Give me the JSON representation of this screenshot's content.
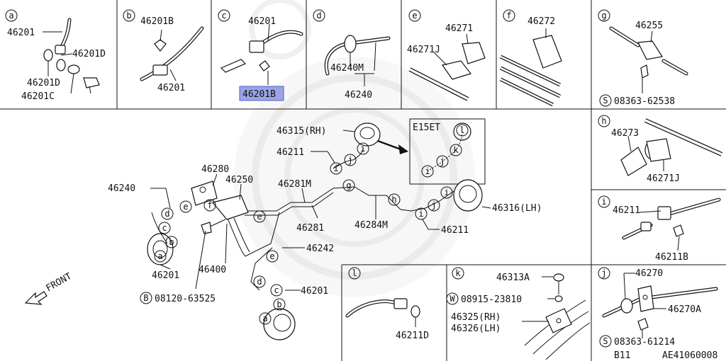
{
  "panels": {
    "a": {
      "letter": "a",
      "parts": [
        "46201",
        "46201D",
        "46201D",
        "46201C"
      ]
    },
    "b": {
      "letter": "b",
      "parts": [
        "46201B",
        "46201"
      ]
    },
    "c": {
      "letter": "c",
      "parts": [
        "46201"
      ],
      "highlight": "46201B",
      "highlight_color": "#9aa3e6"
    },
    "d": {
      "letter": "d",
      "parts": [
        "46240M",
        "46240"
      ]
    },
    "e": {
      "letter": "e",
      "parts": [
        "46271",
        "46271J"
      ]
    },
    "f": {
      "letter": "f",
      "parts": [
        "46272"
      ]
    },
    "g": {
      "letter": "g",
      "parts": [
        "46255",
        "08363-62538"
      ],
      "prefix": "S"
    },
    "h": {
      "letter": "h",
      "parts": [
        "46273",
        "46271J"
      ]
    },
    "i": {
      "letter": "i",
      "parts": [
        "46211",
        "46211B"
      ]
    },
    "j": {
      "letter": "j",
      "parts": [
        "46270",
        "46270A",
        "08363-61214"
      ],
      "prefix": "S"
    },
    "k": {
      "letter": "k",
      "parts": [
        "46313A",
        "08915-23810",
        "46325(RH)",
        "46326(LH)"
      ],
      "prefix": "W"
    },
    "l": {
      "letter": "l",
      "parts": [
        "46211D"
      ]
    }
  },
  "main": {
    "inset_title": "E15ET",
    "inset_letters": [
      "l",
      "k",
      "j",
      "i"
    ],
    "labels": [
      "46315(RH)",
      "46211",
      "46280",
      "46250",
      "46240",
      "46281M",
      "46281",
      "46284M",
      "46316(LH)",
      "46211",
      "46242",
      "46201",
      "46400",
      "46201"
    ],
    "bolt_prefix": "B",
    "bolt_part": "08120-63525",
    "front_label": "FRONT",
    "letters": [
      "e",
      "f",
      "e",
      "d",
      "c",
      "b",
      "a",
      "i",
      "j",
      "i",
      "g",
      "h",
      "i",
      "j",
      "i",
      "e",
      "d",
      "c",
      "b",
      "a"
    ]
  },
  "footer": {
    "model": "B11",
    "code": "AE41060008"
  }
}
